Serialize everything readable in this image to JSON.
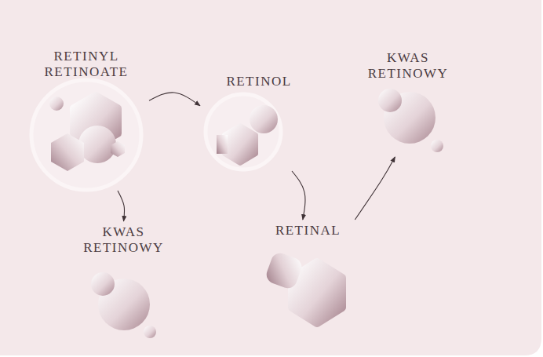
{
  "diagram": {
    "nodes": [
      {
        "text": [
          "RETINYL RETINOATE"
        ]
      },
      {
        "text": [
          "RETINOL"
        ]
      },
      {
        "text": [
          "KWAS RETINOWY"
        ]
      },
      {
        "text": [
          "KWAS RETINOWY"
        ]
      },
      {
        "text": [
          "RETINAL"
        ]
      }
    ],
    "edges": [
      {
        "from": 0,
        "to": 1,
        "arrow": "to"
      },
      {
        "from": 0,
        "to": 3,
        "arrow": "to"
      },
      {
        "from": 1,
        "to": 4,
        "arrow": "to"
      },
      {
        "from": 4,
        "to": 2,
        "arrow": "to"
      }
    ]
  }
}
